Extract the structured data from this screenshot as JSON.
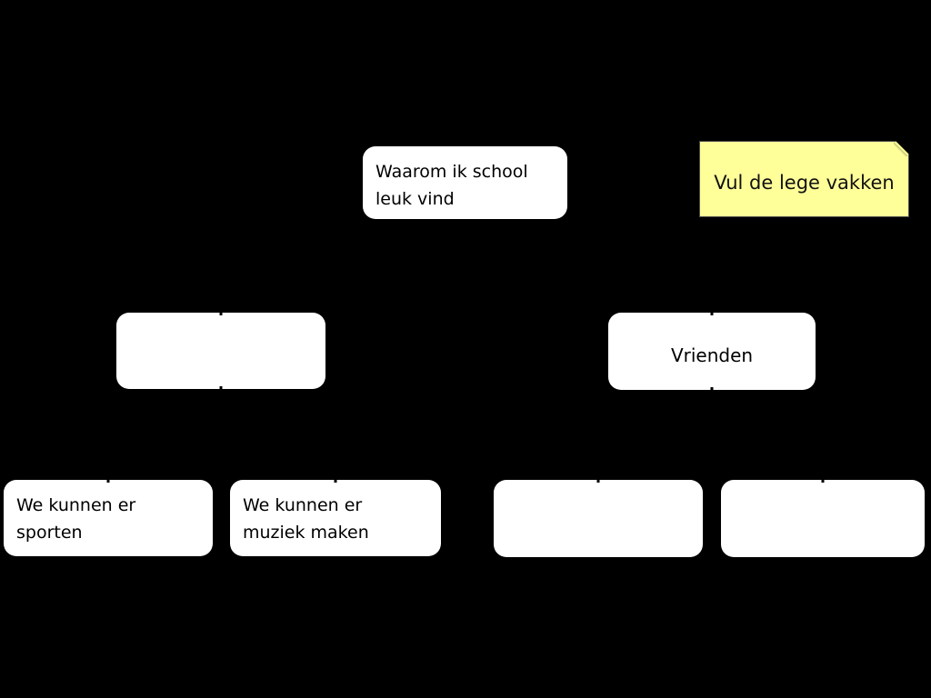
{
  "slide": {
    "background_color": "#000000"
  },
  "sticky_note": {
    "text": "Vul de lege vakken",
    "bg_color": "#ffff99",
    "border_color": "#4d4d4d",
    "text_color": "#111111",
    "fold_icon": "folded-corner"
  },
  "mindmap": {
    "box_bg_color": "#ffffff",
    "text_color": "#000000",
    "root": {
      "lines": [
        "Waarom ik school",
        "leuk vind"
      ]
    },
    "branch_left": {
      "lines": []
    },
    "branch_right": {
      "lines": [
        "Vrienden"
      ]
    },
    "leaves": [
      {
        "lines": [
          "We kunnen er",
          "sporten"
        ]
      },
      {
        "lines": [
          "We kunnen er",
          "muziek maken"
        ]
      },
      {
        "lines": []
      },
      {
        "lines": []
      }
    ]
  }
}
